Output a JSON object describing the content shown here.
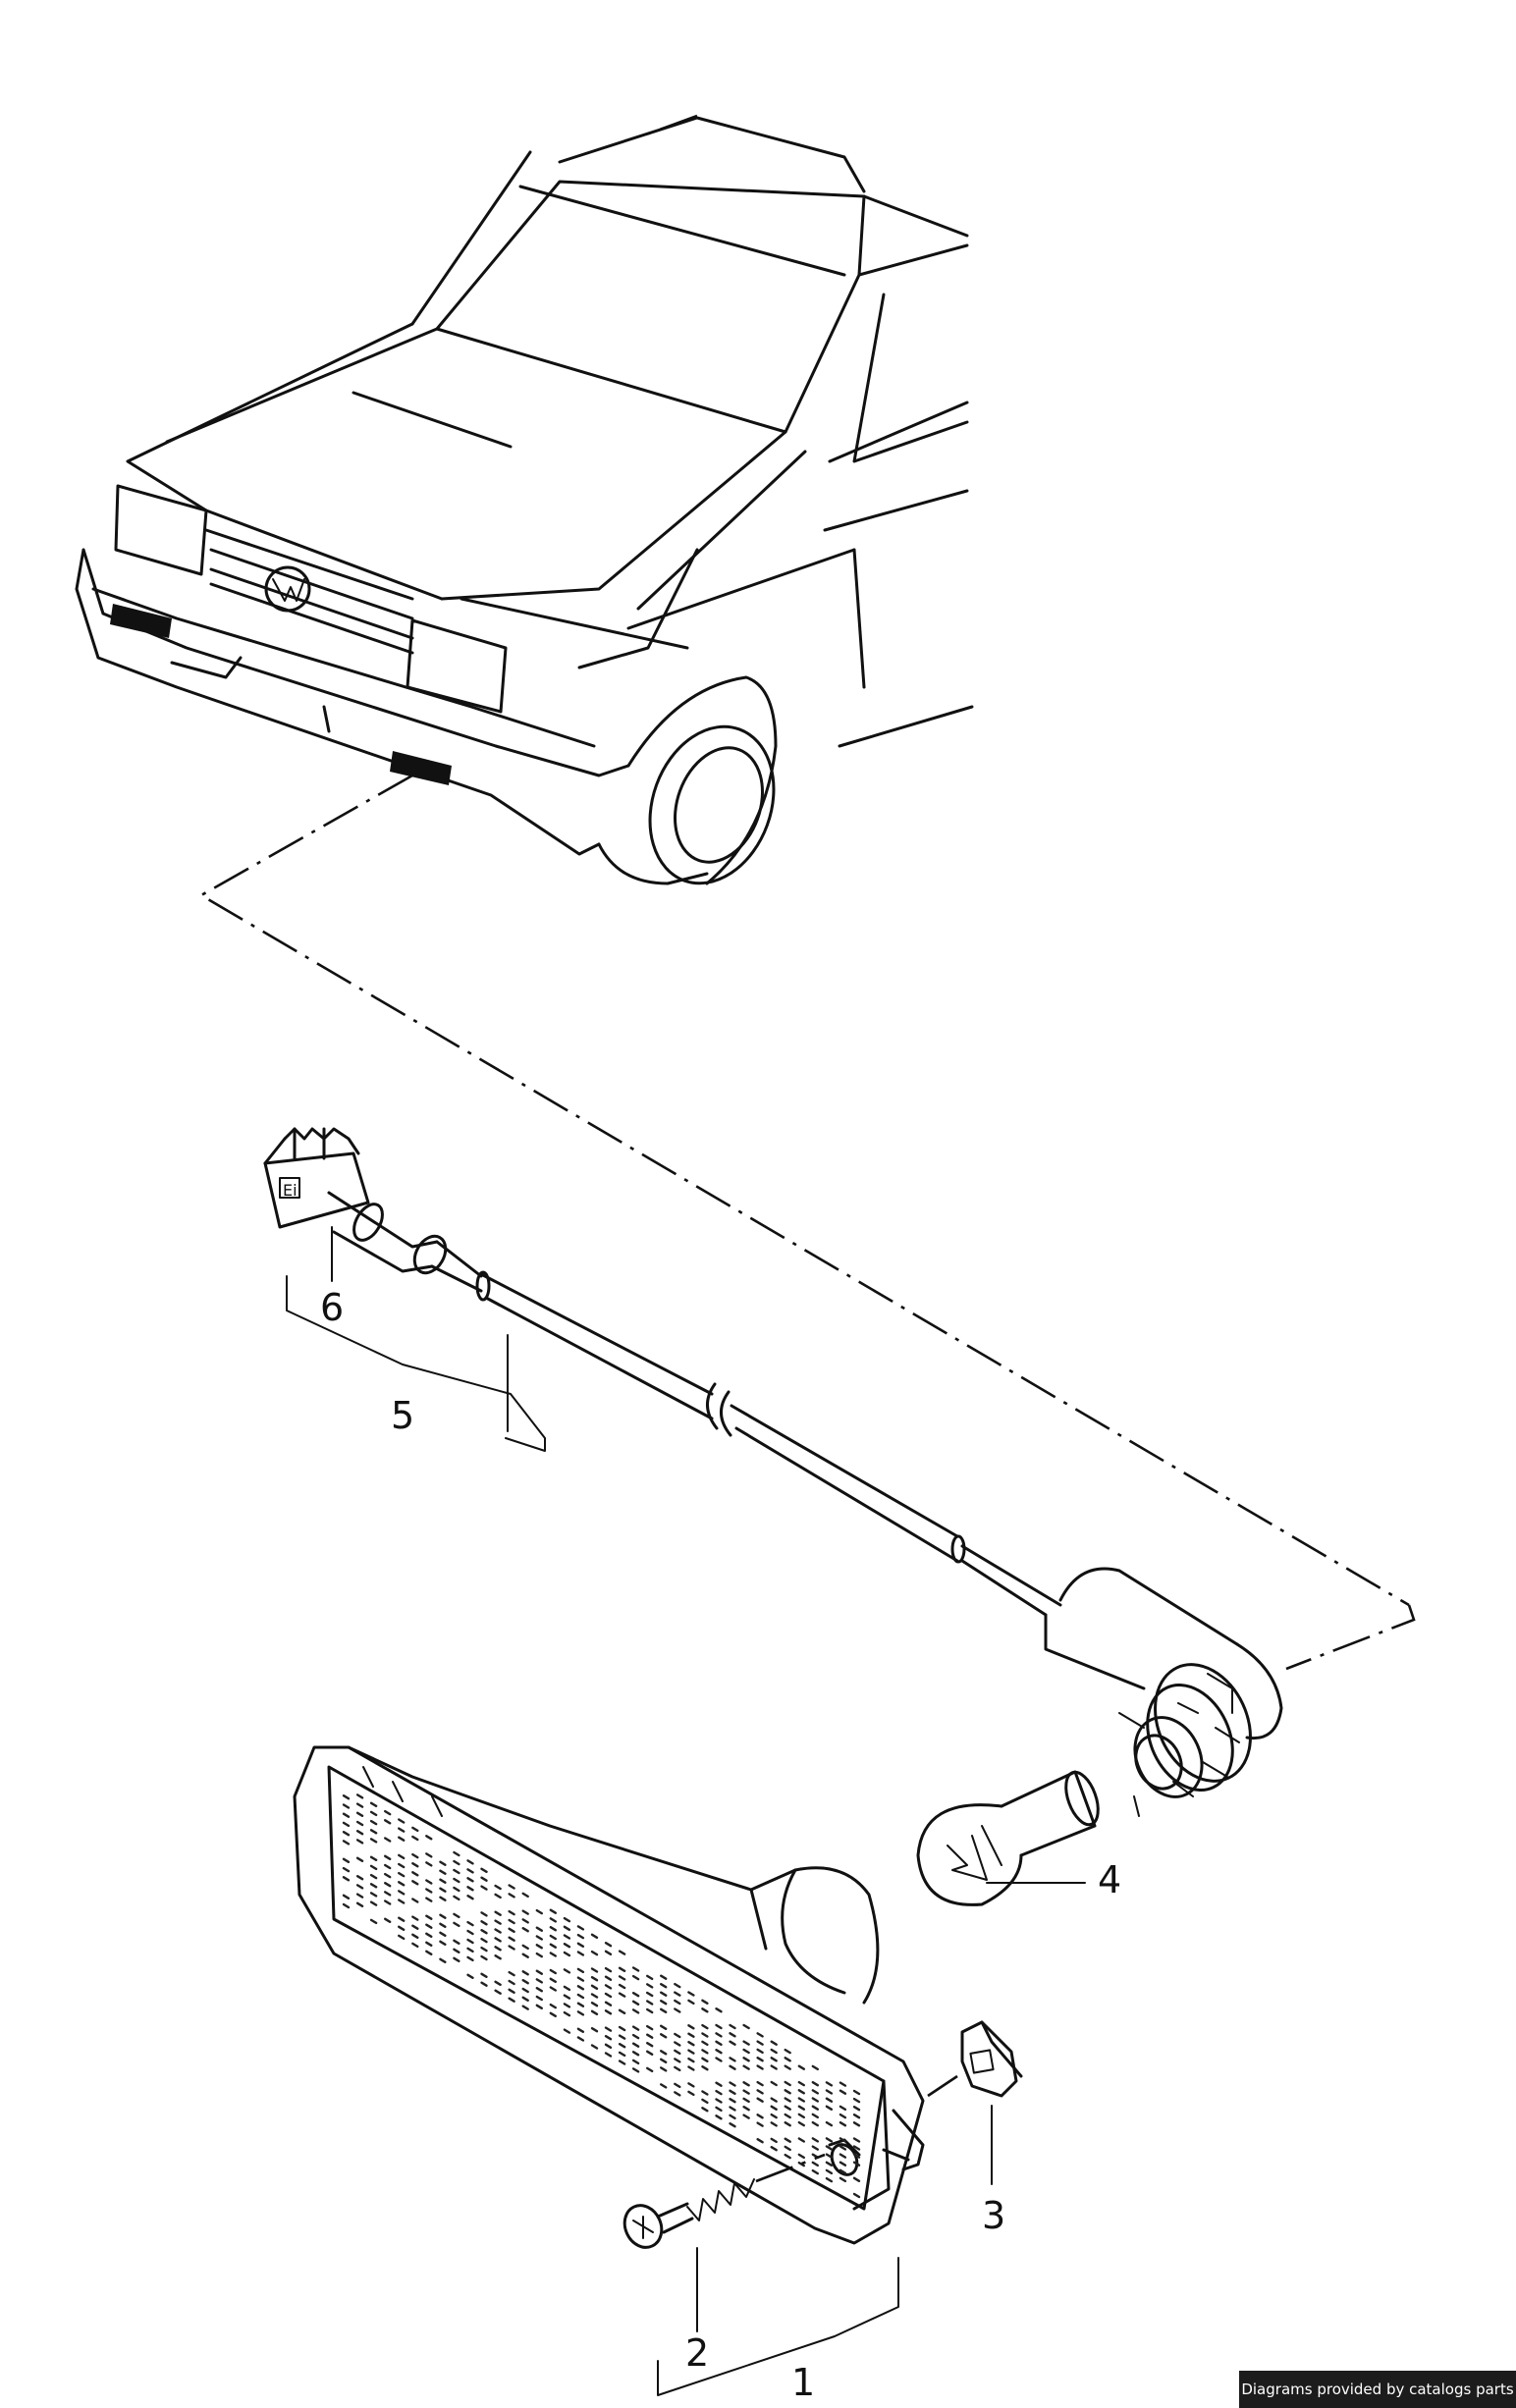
{
  "callouts": [
    {
      "id": "1",
      "label": "1"
    },
    {
      "id": "2",
      "label": "2"
    },
    {
      "id": "3",
      "label": "3"
    },
    {
      "id": "4",
      "label": "4"
    },
    {
      "id": "5",
      "label": "5"
    },
    {
      "id": "6",
      "label": "6"
    }
  ],
  "watermark": {
    "text": "Diagrams provided by catalogs parts"
  },
  "colors": {
    "ink": "#111111",
    "background": "#ffffff",
    "watermark_bg": "#1c1c1c"
  }
}
